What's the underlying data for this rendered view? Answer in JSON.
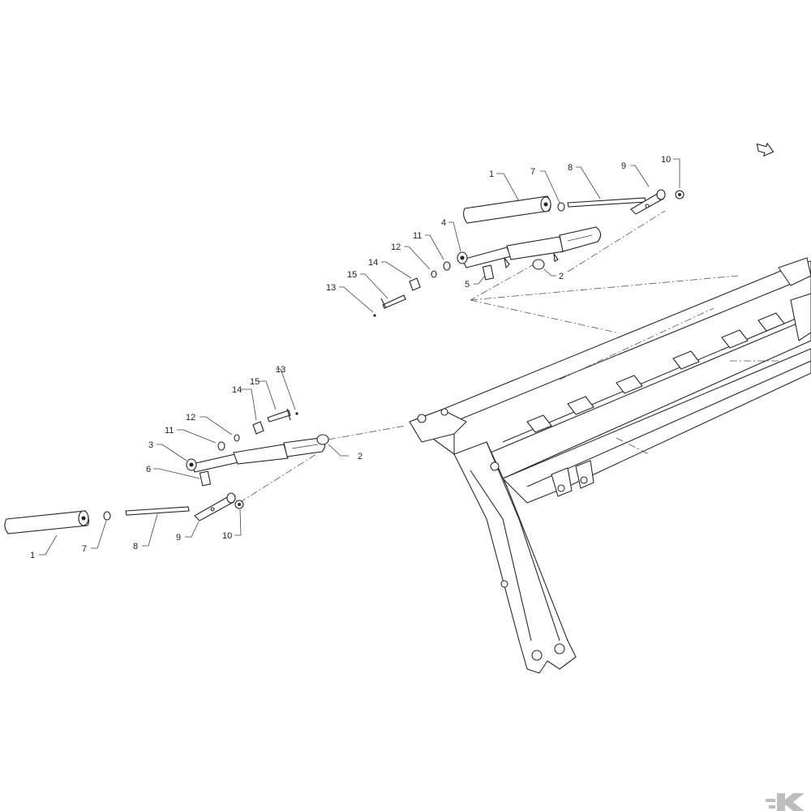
{
  "diagram": {
    "callouts_upper": {
      "c1": "1",
      "c2": "2",
      "c4": "4",
      "c5": "5",
      "c7": "7",
      "c8": "8",
      "c9": "9",
      "c10": "10",
      "c11": "11",
      "c12": "12",
      "c13": "13",
      "c14": "14",
      "c15": "15"
    },
    "callouts_lower": {
      "c1": "1",
      "c2": "2",
      "c3": "3",
      "c6": "6",
      "c7": "7",
      "c8": "8",
      "c9": "9",
      "c10": "10",
      "c11": "11",
      "c12": "12",
      "c13": "13",
      "c14": "14",
      "c15": "15"
    },
    "icons": {
      "direction": "direction-arrow-icon",
      "brand": "brand-logo-icon"
    },
    "colors": {
      "line": "#222222",
      "spring_fill": "#3a3a3a",
      "logo": "#bdbdbd"
    }
  }
}
